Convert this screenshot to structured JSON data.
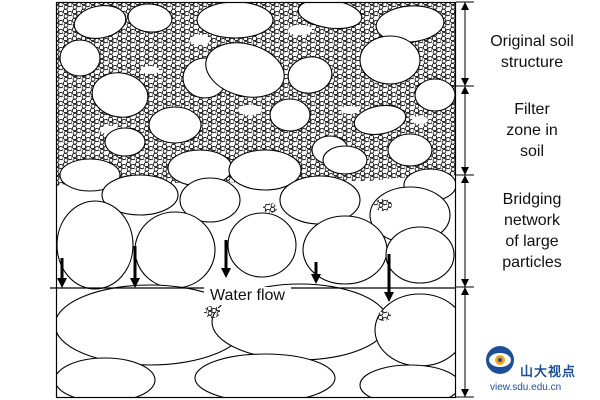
{
  "diagram": {
    "zones": [
      {
        "label": "Original soil\nstructure"
      },
      {
        "label": "Filter\nzone in\nsoil"
      },
      {
        "label": "Bridging\nnetwork\nof large\nparticles"
      },
      {
        "label": ""
      }
    ],
    "flow_label": "Water flow",
    "colors": {
      "ink": "#000000",
      "paper": "#ffffff",
      "watermark": "#1c4f95",
      "watermark_accent": "#f3a11a"
    }
  },
  "watermark": {
    "logo_icon": "eye-logo-icon",
    "brand": "山大视点",
    "url": "view.sdu.edu.cn"
  }
}
